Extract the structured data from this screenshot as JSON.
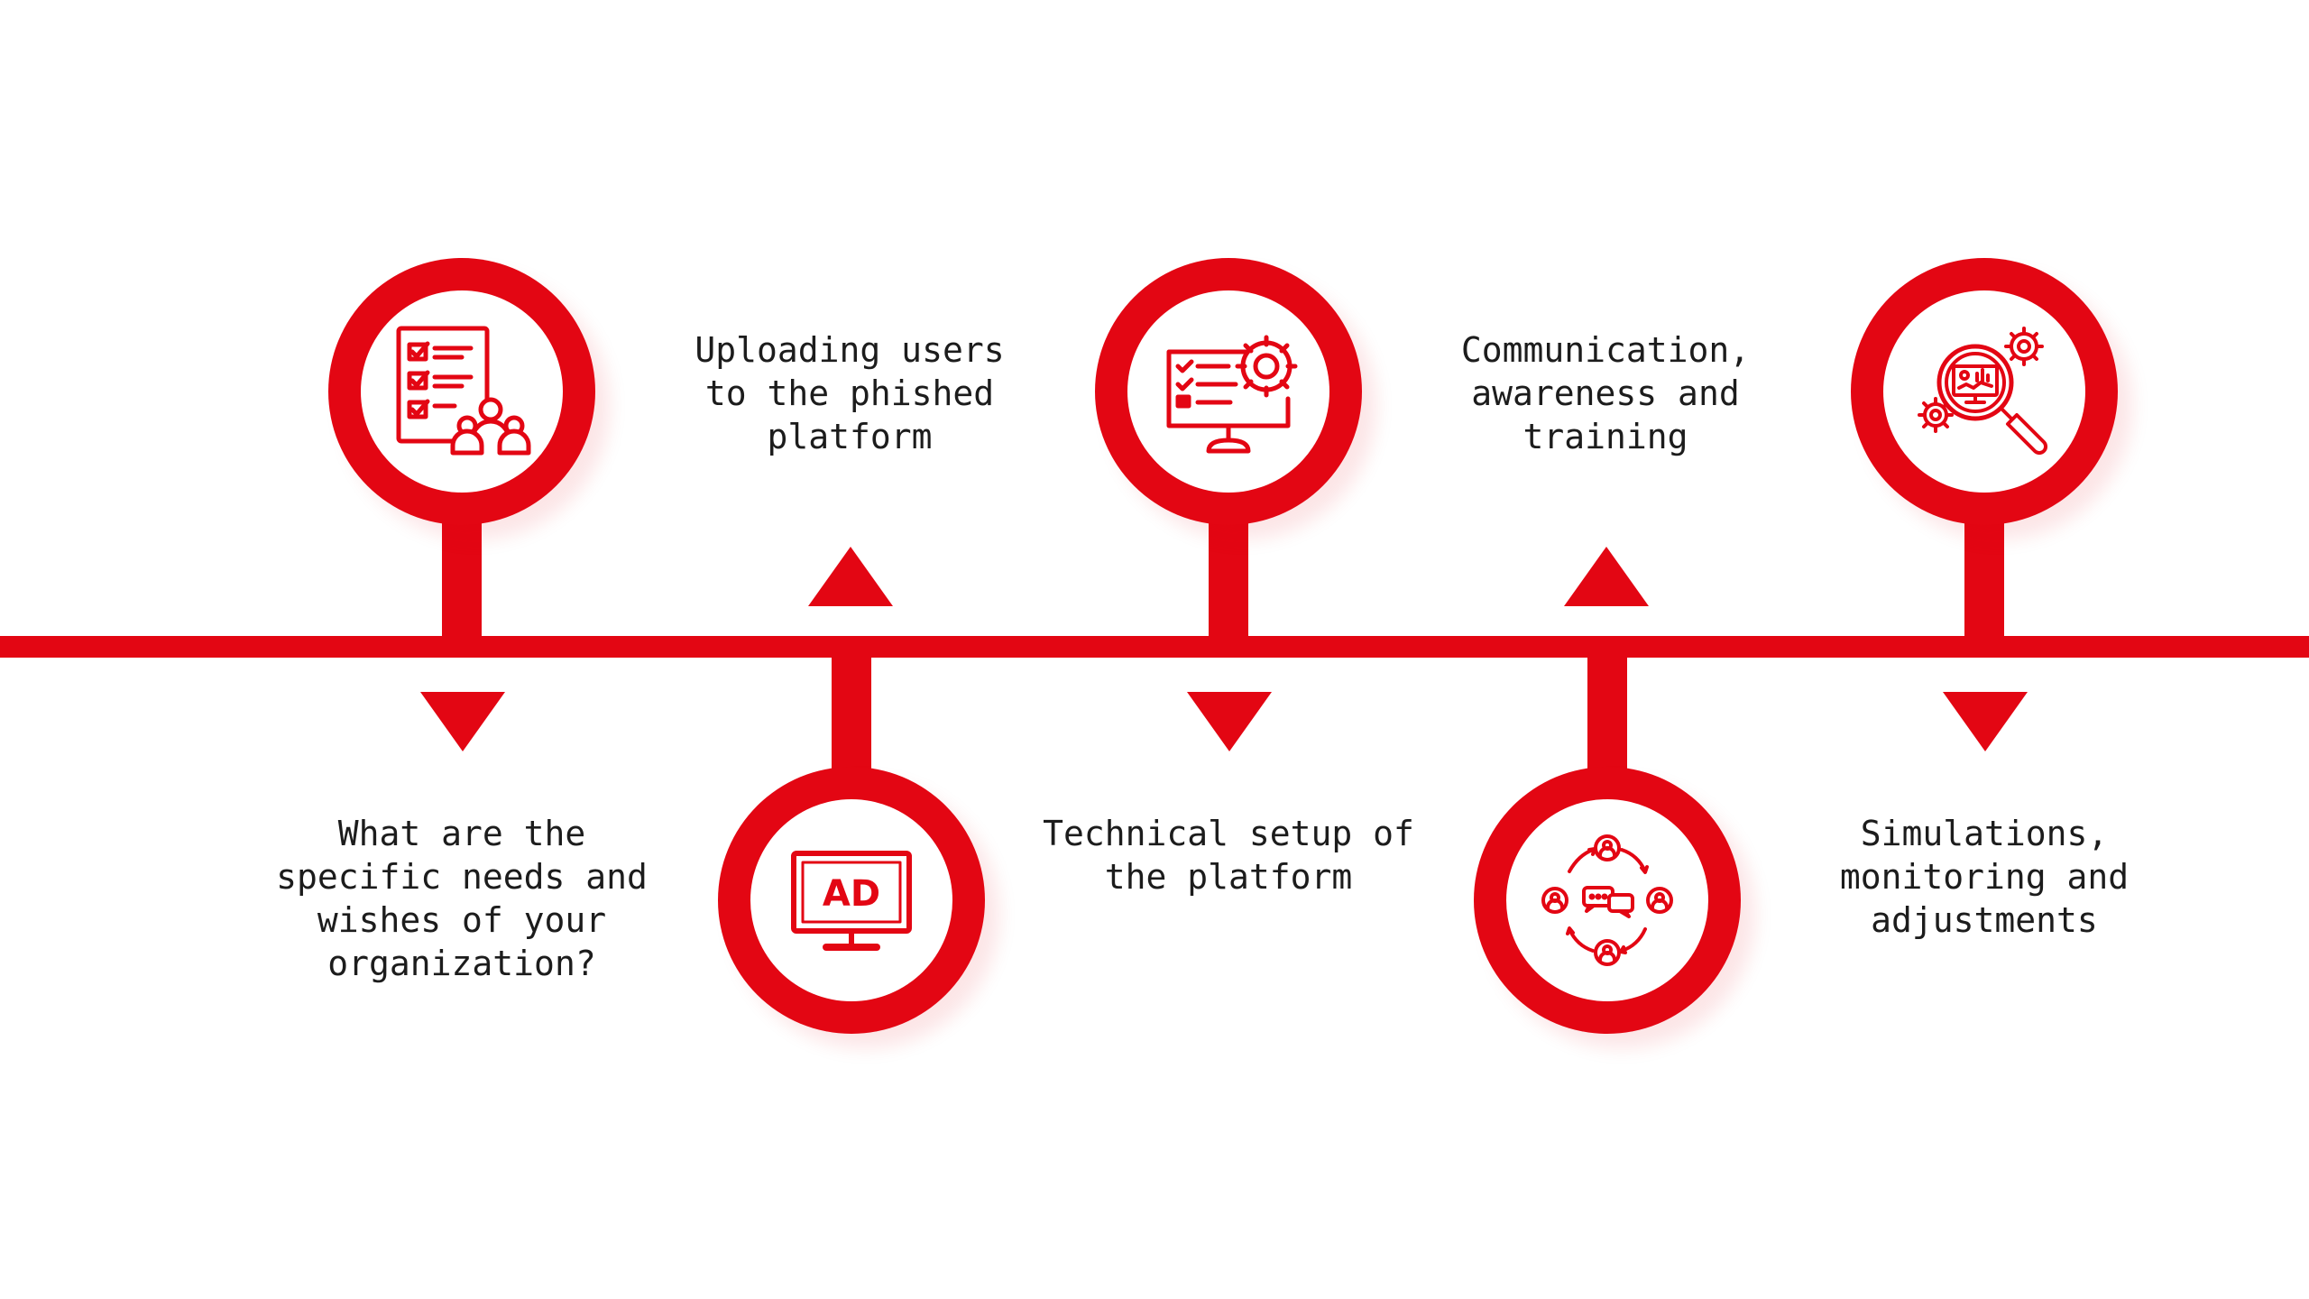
{
  "steps": [
    {
      "text": "What are the\nspecific needs and\nwishes of your\norganization?",
      "icon": "checklist-team-icon"
    },
    {
      "text": "Uploading users\nto the phished\nplatform",
      "icon": "ad-monitor-icon",
      "icon_text": "AD"
    },
    {
      "text": "Technical setup of\nthe platform",
      "icon": "monitor-settings-icon"
    },
    {
      "text": "Communication,\nawareness and\ntraining",
      "icon": "communication-network-icon"
    },
    {
      "text": "Simulations,\nmonitoring and\nadjustments",
      "icon": "analytics-search-icon"
    }
  ],
  "colors": {
    "accent": "#e30613",
    "text": "#1c1c1c",
    "background": "#ffffff"
  }
}
